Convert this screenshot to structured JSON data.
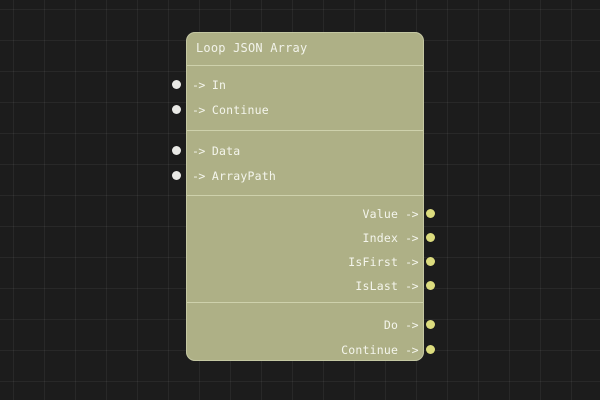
{
  "canvas": {
    "background_color": "#1c1c1c",
    "grid_color": "#2a2a2a",
    "grid_spacing": 31
  },
  "node": {
    "title": "Loop JSON Array",
    "body_color": "#aeb086",
    "border_color": "#d7dab9",
    "text_color": "#f4f5ec",
    "input_port_color": "#e9e9e6",
    "output_port_color": "#dcdc7e",
    "arrow_glyph": "->",
    "inputs": {
      "exec": [
        {
          "label": "In"
        },
        {
          "label": "Continue"
        }
      ],
      "data": [
        {
          "label": "Data"
        },
        {
          "label": "ArrayPath"
        }
      ]
    },
    "outputs": {
      "data": [
        {
          "label": "Value"
        },
        {
          "label": "Index"
        },
        {
          "label": "IsFirst"
        },
        {
          "label": "IsLast"
        }
      ],
      "exec": [
        {
          "label": "Do"
        },
        {
          "label": "Continue"
        }
      ]
    }
  }
}
